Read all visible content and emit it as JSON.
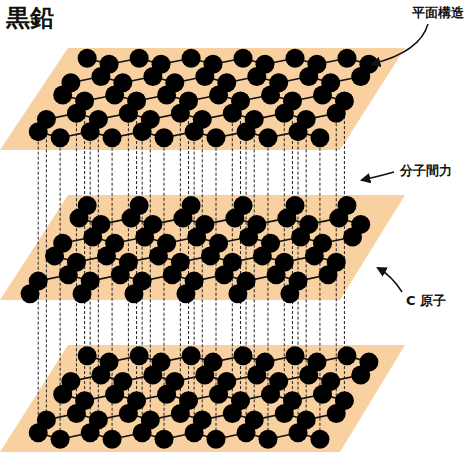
{
  "diagram": {
    "title": "黒鉛",
    "labels": [
      "平面構造",
      "分子間力",
      "C 原子"
    ]
  }
}
